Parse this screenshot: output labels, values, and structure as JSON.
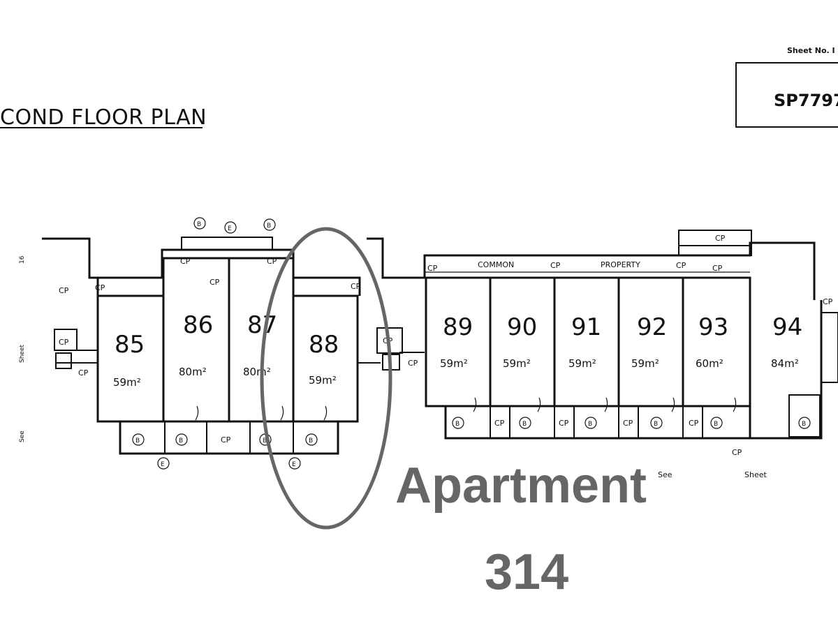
{
  "plan": {
    "title": "COND FLOOR PLAN",
    "sheet_no_label": "Sheet No. I",
    "sheet_number": "SP7797",
    "common_label": "COMMON",
    "property_label": "PROPERTY",
    "cp_label": "CP",
    "b_label": "B",
    "e_label": "E",
    "see_label": "See",
    "sheet_label": "Sheet",
    "left_margin_top": "16",
    "left_margin_mid": "Sheet",
    "left_margin_bottom": "See"
  },
  "units": [
    {
      "number": "85",
      "area": "59m²"
    },
    {
      "number": "86",
      "area": "80m²"
    },
    {
      "number": "87",
      "area": "80m²"
    },
    {
      "number": "88",
      "area": "59m²"
    },
    {
      "number": "89",
      "area": "59m²"
    },
    {
      "number": "90",
      "area": "59m²"
    },
    {
      "number": "91",
      "area": "59m²"
    },
    {
      "number": "92",
      "area": "59m²"
    },
    {
      "number": "93",
      "area": "60m²"
    },
    {
      "number": "94",
      "area": "84m²"
    }
  ],
  "overlay": {
    "line1": "Apartment",
    "line2": "314",
    "highlight_color": "#666666"
  }
}
